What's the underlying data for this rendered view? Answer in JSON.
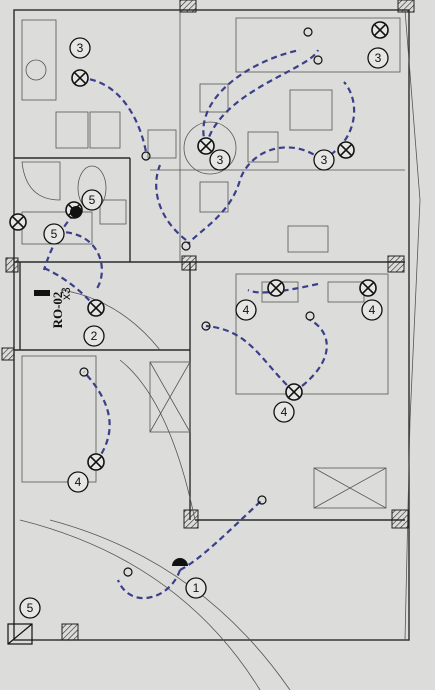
{
  "room_label": "RO-02",
  "multiplier": "x3",
  "circuits": [
    "1",
    "2",
    "3",
    "4",
    "5"
  ],
  "colors": {
    "circuit_line": "#3a3f8a",
    "walls": "#2b2b2b",
    "paper": "#dcdcda"
  }
}
